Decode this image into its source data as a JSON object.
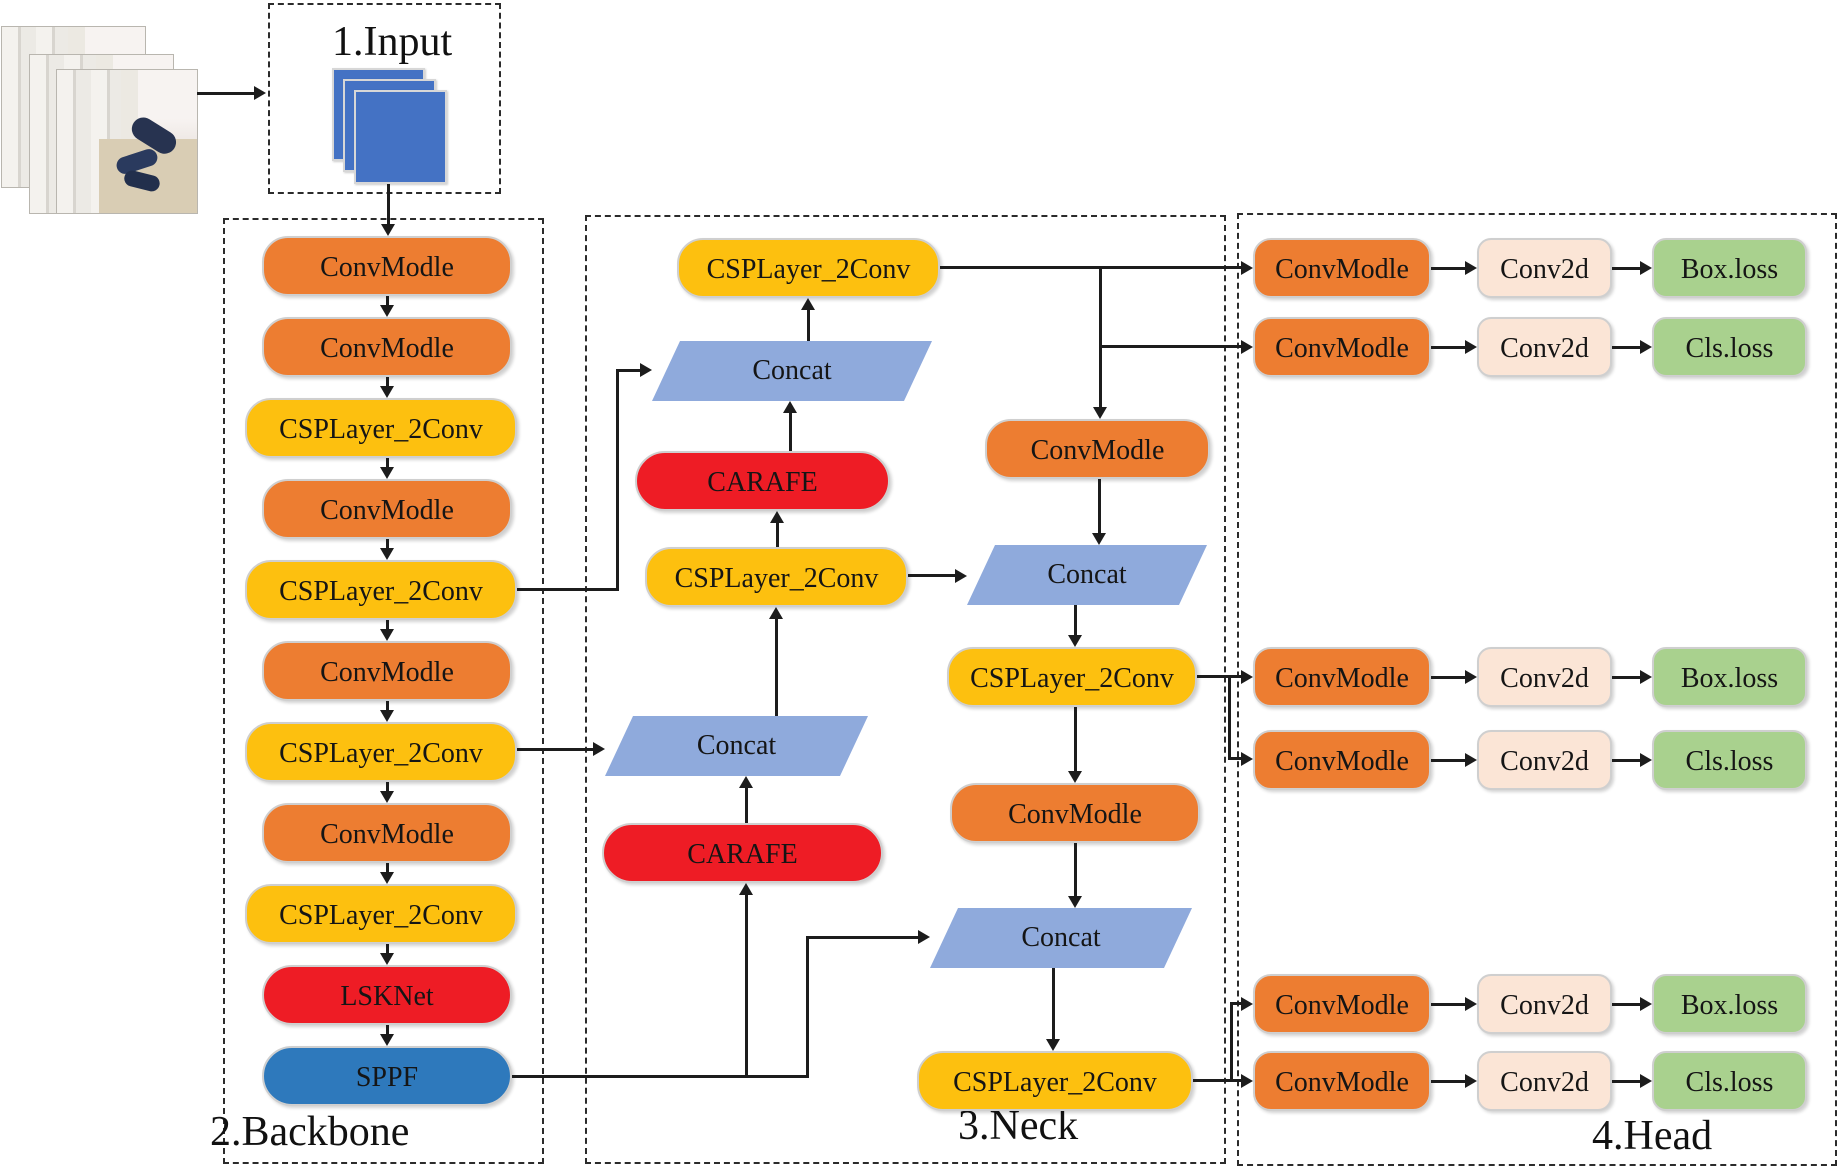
{
  "sections": {
    "input": "1.Input",
    "backbone": "2.Backbone",
    "neck": "3.Neck",
    "head": "4.Head"
  },
  "labels": {
    "conv_modle": "ConvModle",
    "csp_layer": "CSPLayer_2Conv",
    "concat": "Concat",
    "carafe": "CARAFE",
    "lsknet": "LSKNet",
    "sppf": "SPPF",
    "conv2d": "Conv2d",
    "box_loss": "Box.loss",
    "cls_loss": "Cls.loss"
  },
  "colors": {
    "conv_modle": "#ED7D31",
    "csp_layer": "#FDC00F",
    "carafe_lsknet": "#EE1C25",
    "sppf": "#2E79BC",
    "concat": "#8FAADC",
    "conv2d": "#FBE5D6",
    "loss": "#A9D18E",
    "input_frame": "#4472C4",
    "connector": "#1c1c1c"
  },
  "structure": {
    "backbone_sequence": [
      "ConvModle",
      "ConvModle",
      "CSPLayer_2Conv",
      "ConvModle",
      "CSPLayer_2Conv",
      "ConvModle",
      "CSPLayer_2Conv",
      "ConvModle",
      "CSPLayer_2Conv",
      "LSKNet",
      "SPPF"
    ],
    "neck_up_path": [
      "SPPF",
      "CARAFE",
      "Concat",
      "CSPLayer_2Conv",
      "CARAFE",
      "Concat",
      "CSPLayer_2Conv"
    ],
    "neck_down_path": [
      "ConvModle",
      "Concat",
      "CSPLayer_2Conv",
      "ConvModle",
      "Concat",
      "CSPLayer_2Conv"
    ],
    "head_rows": [
      {
        "blocks": [
          "ConvModle",
          "Conv2d",
          "Box.loss"
        ]
      },
      {
        "blocks": [
          "ConvModle",
          "Conv2d",
          "Cls.loss"
        ]
      },
      {
        "blocks": [
          "ConvModle",
          "Conv2d",
          "Box.loss"
        ]
      },
      {
        "blocks": [
          "ConvModle",
          "Conv2d",
          "Cls.loss"
        ]
      },
      {
        "blocks": [
          "ConvModle",
          "Conv2d",
          "Box.loss"
        ]
      },
      {
        "blocks": [
          "ConvModle",
          "Conv2d",
          "Cls.loss"
        ]
      }
    ]
  }
}
